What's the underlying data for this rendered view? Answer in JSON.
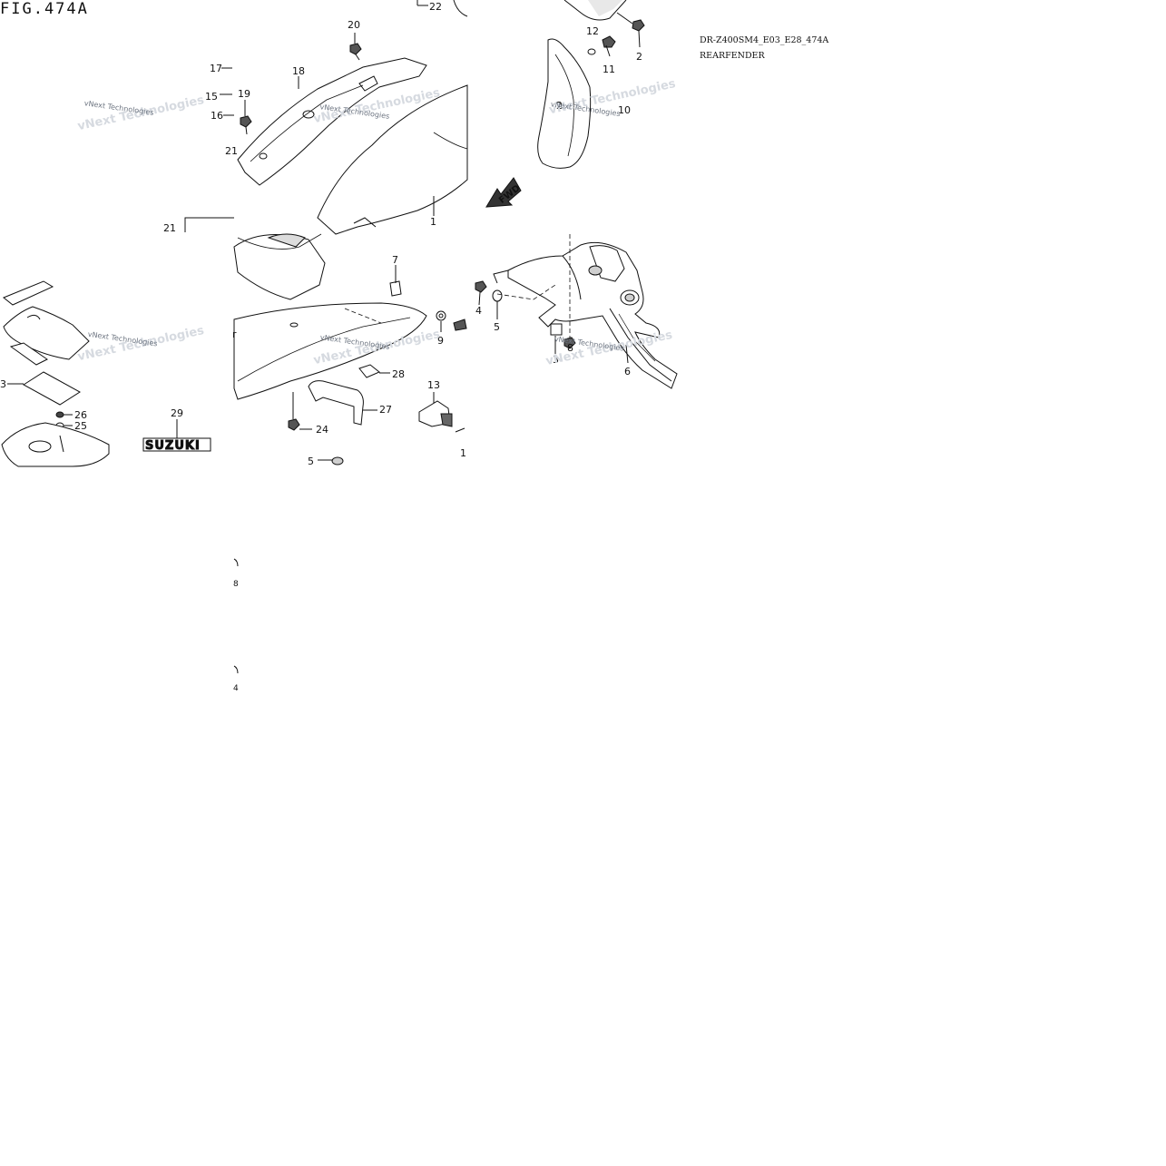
{
  "figure": {
    "title": "FIG.474A",
    "code": "DR-Z400SM4_E03_E28_474A",
    "name": "REARFENDER"
  },
  "watermark": "vNext Technologies",
  "callouts": [
    "20",
    "22",
    "12",
    "2",
    "11",
    "17",
    "18",
    "15",
    "19",
    "16",
    "21",
    "1",
    "10",
    "2",
    "7",
    "9",
    "4",
    "5",
    "3",
    "6",
    "8",
    "3",
    "26",
    "25",
    "29",
    "28",
    "27",
    "13",
    "24",
    "5",
    "1",
    "8",
    "4",
    "21",
    "2"
  ],
  "emblem": {
    "text": "SUZUKI"
  },
  "arrow": {
    "label": "FWD"
  },
  "colors": {
    "ink": "#111111",
    "watermark": "#6c7480"
  }
}
